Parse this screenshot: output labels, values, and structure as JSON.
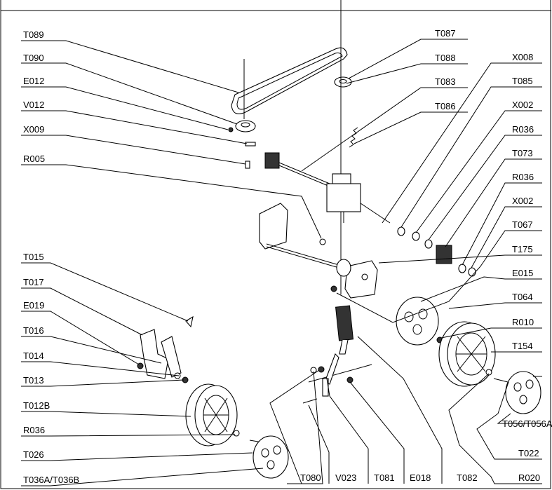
{
  "labels": {
    "T089": "T089",
    "T090": "T090",
    "E012": "E012",
    "V012": "V012",
    "X009": "X009",
    "R005": "R005",
    "T087": "T087",
    "T088": "T088",
    "X008": "X008",
    "T083": "T083",
    "T085": "T085",
    "T086": "T086",
    "X002a": "X002",
    "R036a": "R036",
    "T073": "T073",
    "R036b": "R036",
    "X002b": "X002",
    "T067": "T067",
    "T175": "T175",
    "E015": "E015",
    "T064": "T064",
    "R010": "R010",
    "T154": "T154",
    "T015": "T015",
    "T017": "T017",
    "E019": "E019",
    "T016": "T016",
    "T014": "T014",
    "T013": "T013",
    "T012B": "T012B",
    "R036c": "R036",
    "T026": "T026",
    "T036": "T036A/T036B",
    "T056": "T056/T056A",
    "T022": "T022",
    "R020": "R020",
    "T080": "T080",
    "V023": "V023",
    "T081": "T081",
    "E018": "E018",
    "T082": "T082"
  }
}
